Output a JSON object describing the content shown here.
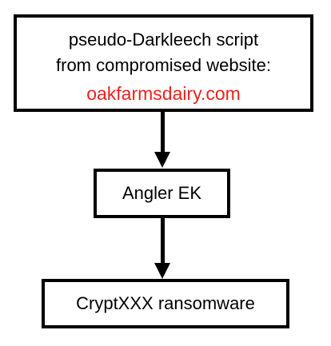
{
  "diagram": {
    "top_box": {
      "line1": "pseudo-Darkleech script",
      "line2": "from compromised website:",
      "url": "oakfarmsdairy.com",
      "url_color": "#e8251c"
    },
    "middle_box": {
      "label": "Angler EK"
    },
    "bottom_box": {
      "label": "CryptXXX ransomware"
    }
  }
}
